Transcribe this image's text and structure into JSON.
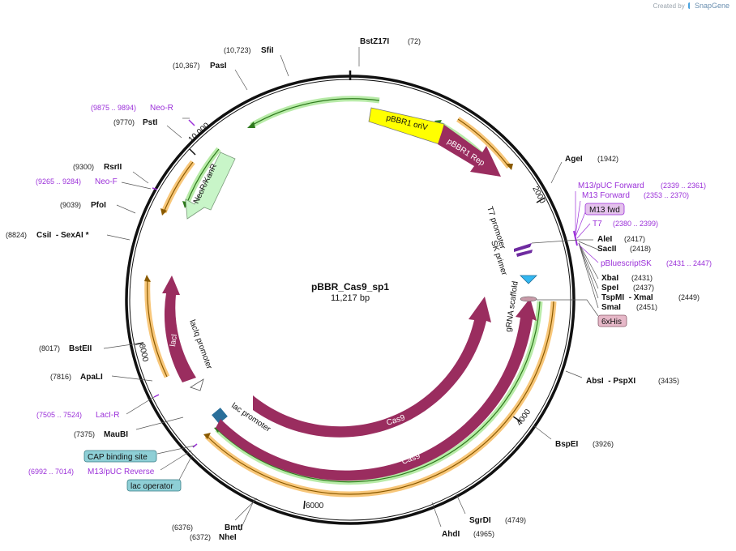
{
  "watermark": {
    "created_by": "Created by",
    "brand": "SnapGene"
  },
  "plasmid": {
    "name": "pBBR_Cas9_sp1",
    "length": "11,217 bp",
    "length_bp": 11217
  },
  "ticks": [
    "2000",
    "4000",
    "6000",
    "8000",
    "10,000"
  ],
  "enzymes": [
    {
      "name": "BstZ17I",
      "pos": "(72)"
    },
    {
      "name": "AgeI",
      "pos": "(1942)"
    },
    {
      "name": "AleI",
      "pos": "(2417)"
    },
    {
      "name": "SacII",
      "pos": "(2418)"
    },
    {
      "name": "XbaI",
      "pos": "(2431)"
    },
    {
      "name": "SpeI",
      "pos": "(2437)"
    },
    {
      "name": "TspMI  - XmaI",
      "pos": "(2449)"
    },
    {
      "name": "SmaI",
      "pos": "(2451)"
    },
    {
      "name": "AbsI  - PspXI",
      "pos": "(3435)"
    },
    {
      "name": "BspEI",
      "pos": "(3926)"
    },
    {
      "name": "SgrDI",
      "pos": "(4749)"
    },
    {
      "name": "AhdI",
      "pos": "(4965)"
    },
    {
      "name": "BmtI",
      "pos": "(6376)"
    },
    {
      "name": "NheI",
      "pos": "(6372)"
    },
    {
      "name": "MauBI",
      "pos": "(7375)"
    },
    {
      "name": "ApaLI",
      "pos": "(7816)"
    },
    {
      "name": "BstEII",
      "pos": "(8017)"
    },
    {
      "name": "CsiI  - SexAI *",
      "pos": "(8824)"
    },
    {
      "name": "PfoI",
      "pos": "(9039)"
    },
    {
      "name": "RsrII",
      "pos": "(9300)"
    },
    {
      "name": "PstI",
      "pos": "(9770)"
    },
    {
      "name": "PasI",
      "pos": "(10,367)"
    },
    {
      "name": "SfiI",
      "pos": "(10,723)"
    }
  ],
  "primers": [
    {
      "name": "M13/pUC Forward",
      "pos": "(2339 .. 2361)"
    },
    {
      "name": "M13 Forward",
      "pos": "(2353 .. 2370)"
    },
    {
      "name": "M13 fwd",
      "pos": ""
    },
    {
      "name": "T7",
      "pos": "(2380 .. 2399)"
    },
    {
      "name": "pBluescriptSK",
      "pos": "(2431 .. 2447)"
    },
    {
      "name": "Neo-R",
      "pos": "(9875 .. 9894)"
    },
    {
      "name": "Neo-F",
      "pos": "(9265 .. 9284)"
    },
    {
      "name": "LacI-R",
      "pos": "(7505 .. 7524)"
    },
    {
      "name": "M13/pUC Reverse",
      "pos": "(6992 .. 7014)"
    }
  ],
  "features": {
    "pbbr1_oriv": "pBBR1 oriV",
    "pbbr1_rep": "pBBR1 Rep",
    "neor_kanr": "NeoR/KanR",
    "laci": "lacI",
    "laciq_promoter": "lacIq promoter",
    "lac_promoter": "lac promoter",
    "cas9_inner": "Cas9",
    "cas9_outer": "Cas9",
    "t7_promoter": "T7 promoter",
    "sk_primer": "SK primer",
    "grna_scaffold": "gRNA scaffold",
    "his6": "6xHis",
    "cap_binding_site": "CAP binding site",
    "lac_operator": "lac operator"
  },
  "colors": {
    "backbone": "#111111",
    "cds": "#9a2d5f",
    "ori": "#ffff00",
    "marker": "#c8f5c8",
    "orf_orange": "#f5a623",
    "orf_green": "#3ea53a",
    "primer": "#9b30d9",
    "misc_box": "#8ecfd6",
    "his_box": "#e6b8c8",
    "m13fwd_box": "#e4c2ec",
    "grna": "#33b7f0"
  }
}
